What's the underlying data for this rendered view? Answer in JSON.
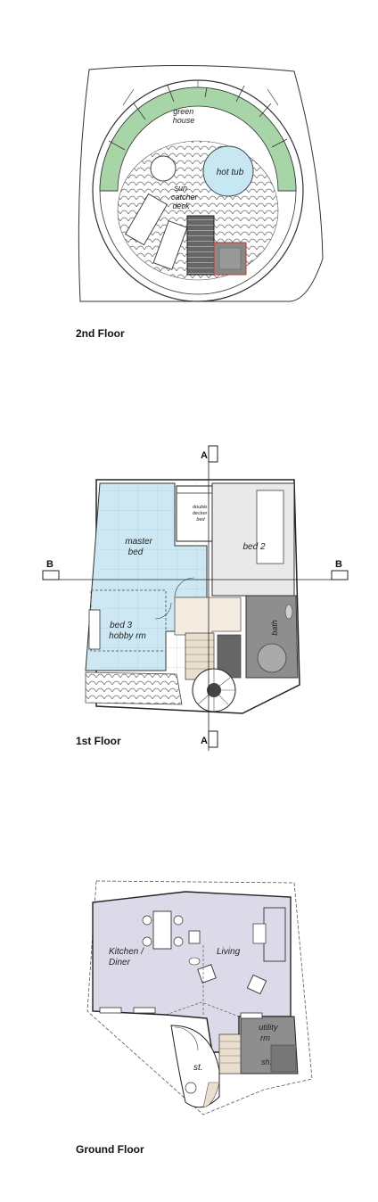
{
  "floors": {
    "second": {
      "caption": "2nd Floor",
      "rooms": {
        "green_house": [
          "green",
          "house"
        ],
        "hot_tub": "hot tub",
        "sun_deck": [
          "sun",
          "catcher",
          "deck"
        ]
      }
    },
    "first": {
      "caption": "1st Floor",
      "rooms": {
        "double_decker": [
          "double",
          "decker",
          "bed"
        ],
        "master_bed": [
          "master",
          "bed"
        ],
        "bed2": "bed 2",
        "bed3": [
          "bed 3",
          "hobby rm"
        ],
        "bath": "bath"
      },
      "section_markers": {
        "a_top": "A",
        "a_bottom": "A",
        "b_left": "B",
        "b_right": "B"
      }
    },
    "ground": {
      "caption": "Ground Floor",
      "rooms": {
        "kitchen": [
          "Kitchen /",
          "Diner"
        ],
        "living": "Living",
        "utility": [
          "utility",
          "rm"
        ],
        "shower": "sh.",
        "store": "st."
      }
    }
  },
  "colors": {
    "greenhouse": "#a8d5a8",
    "hot_tub": "#c7e8f3",
    "master_bed": "#cde8f2",
    "bed2": "#e9e9e9",
    "landing": "#f4ece0",
    "bath": "#8e8e8e",
    "ground_floor": "#dcdae8",
    "stair_dark": "#555555"
  }
}
